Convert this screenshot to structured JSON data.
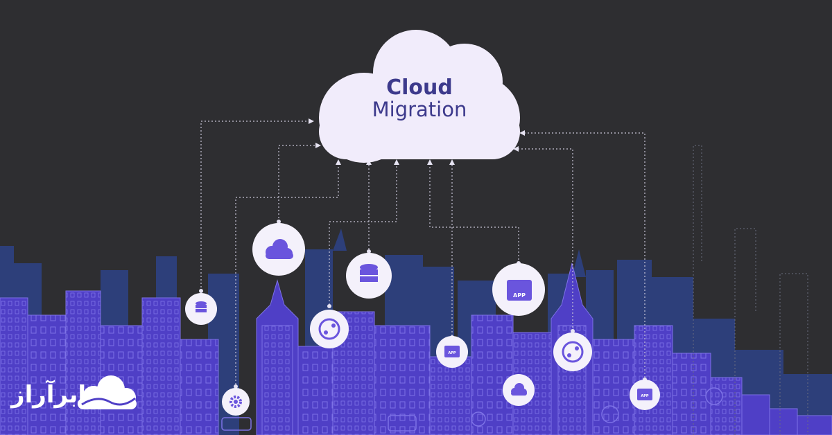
{
  "cloud": {
    "line1": "Cloud",
    "line2": "Migration"
  },
  "icons": {
    "app_large": "APP",
    "app_small_center": "APP",
    "app_small_right": "APP"
  },
  "brand": {
    "text": "ابرآراز"
  },
  "colors": {
    "background": "#2e2e31",
    "city_front": "#4f3fc6",
    "city_back": "#2d3f7a",
    "cloud": "#f1ecfb",
    "accent": "#6a55dd",
    "title": "#3d3a8c"
  }
}
